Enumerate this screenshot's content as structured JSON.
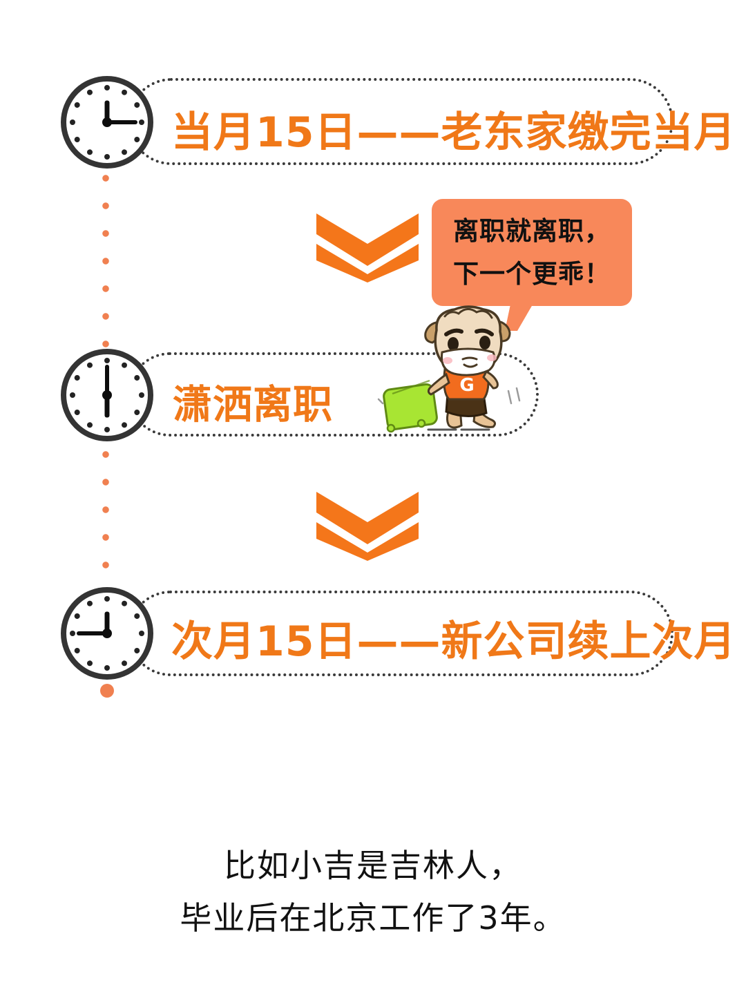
{
  "theme": {
    "background": "#ffffff",
    "accent_orange": "#F07818",
    "bubble_orange": "#F8885A",
    "timeline_dot": "#F08050",
    "dotted_border": "#3a3a3a",
    "clock_stroke": "#343434",
    "text_black": "#111111",
    "suitcase_green": "#A8E533",
    "shirt_orange": "#F26C1E"
  },
  "timeline": {
    "steps": [
      {
        "id": "step-1",
        "clock": {
          "name": "clock-3-oclock",
          "hour": 3,
          "minute": 0
        },
        "label": "当月15日——老东家缴完当月"
      },
      {
        "id": "step-2",
        "clock": {
          "name": "clock-6-oclock",
          "hour": 6,
          "minute": 0
        },
        "label": "潇洒离职"
      },
      {
        "id": "step-3",
        "clock": {
          "name": "clock-9-oclock",
          "hour": 9,
          "minute": 0
        },
        "label": "次月15日——新公司续上次月"
      }
    ],
    "connectors": [
      {
        "id": "arrow-1",
        "icon": "double-chevron-down-icon"
      },
      {
        "id": "arrow-2",
        "icon": "double-chevron-down-icon"
      }
    ]
  },
  "speech_bubble": {
    "line1": "离职就离职，",
    "line2": "下一个更乖！"
  },
  "mascot": {
    "name": "cow-mascot-with-suitcase",
    "shirt_logo": "G"
  },
  "caption": {
    "line1": "比如小吉是吉林人，",
    "line2": "毕业后在北京工作了3年。"
  }
}
